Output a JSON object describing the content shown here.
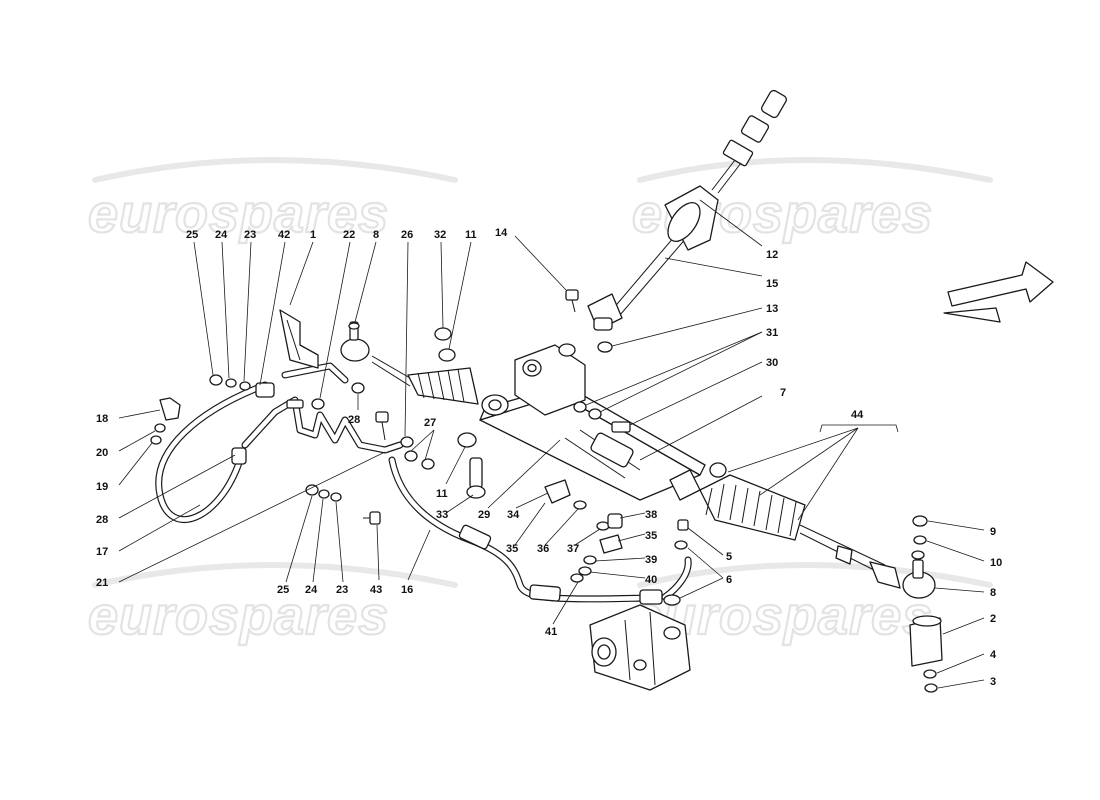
{
  "watermark": {
    "text": "eurospares"
  },
  "labels": [
    {
      "id": "l25a",
      "text": "25"
    },
    {
      "id": "l24a",
      "text": "24"
    },
    {
      "id": "l23a",
      "text": "23"
    },
    {
      "id": "l42",
      "text": "42"
    },
    {
      "id": "l1",
      "text": "1"
    },
    {
      "id": "l22",
      "text": "22"
    },
    {
      "id": "l8a",
      "text": "8"
    },
    {
      "id": "l26",
      "text": "26"
    },
    {
      "id": "l32",
      "text": "32"
    },
    {
      "id": "l11a",
      "text": "11"
    },
    {
      "id": "l14",
      "text": "14"
    },
    {
      "id": "l12",
      "text": "12"
    },
    {
      "id": "l15",
      "text": "15"
    },
    {
      "id": "l13",
      "text": "13"
    },
    {
      "id": "l31",
      "text": "31"
    },
    {
      "id": "l30",
      "text": "30"
    },
    {
      "id": "l7",
      "text": "7"
    },
    {
      "id": "l44",
      "text": "44"
    },
    {
      "id": "l18",
      "text": "18"
    },
    {
      "id": "l20",
      "text": "20"
    },
    {
      "id": "l19",
      "text": "19"
    },
    {
      "id": "l28a",
      "text": "28"
    },
    {
      "id": "l17",
      "text": "17"
    },
    {
      "id": "l21",
      "text": "21"
    },
    {
      "id": "l28b",
      "text": "28"
    },
    {
      "id": "l27",
      "text": "27"
    },
    {
      "id": "l11b",
      "text": "11"
    },
    {
      "id": "l33",
      "text": "33"
    },
    {
      "id": "l29",
      "text": "29"
    },
    {
      "id": "l34",
      "text": "34"
    },
    {
      "id": "l38",
      "text": "38"
    },
    {
      "id": "l35a",
      "text": "35"
    },
    {
      "id": "l35b",
      "text": "35"
    },
    {
      "id": "l36",
      "text": "36"
    },
    {
      "id": "l37",
      "text": "37"
    },
    {
      "id": "l39",
      "text": "39"
    },
    {
      "id": "l40",
      "text": "40"
    },
    {
      "id": "l41",
      "text": "41"
    },
    {
      "id": "l5",
      "text": "5"
    },
    {
      "id": "l6",
      "text": "6"
    },
    {
      "id": "l9",
      "text": "9"
    },
    {
      "id": "l10",
      "text": "10"
    },
    {
      "id": "l8b",
      "text": "8"
    },
    {
      "id": "l2",
      "text": "2"
    },
    {
      "id": "l4",
      "text": "4"
    },
    {
      "id": "l3",
      "text": "3"
    },
    {
      "id": "l25b",
      "text": "25"
    },
    {
      "id": "l24b",
      "text": "24"
    },
    {
      "id": "l23b",
      "text": "23"
    },
    {
      "id": "l43",
      "text": "43"
    },
    {
      "id": "l16",
      "text": "16"
    }
  ]
}
